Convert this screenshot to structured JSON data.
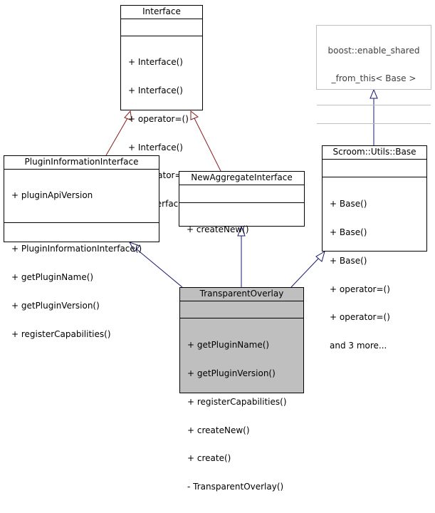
{
  "classes": {
    "interface": {
      "name": "Interface",
      "attributes": [],
      "methods": [
        "+ Interface()",
        "+ Interface()",
        "+ operator=()",
        "+ Interface()",
        "+ operator=()",
        "+ ~Interface()"
      ]
    },
    "enable_shared": {
      "name_line1": "boost::enable_shared",
      "name_line2": "_from_this< Base >",
      "attributes": [],
      "methods": []
    },
    "plugin_info": {
      "name": "PluginInformationInterface",
      "attributes": [
        "+ pluginApiVersion"
      ],
      "methods": [
        "+ PluginInformationInterface()",
        "+ getPluginName()",
        "+ getPluginVersion()",
        "+ registerCapabilities()"
      ]
    },
    "new_aggregate": {
      "name": "NewAggregateInterface",
      "attributes": [],
      "methods": [
        "+ createNew()"
      ]
    },
    "scroom_base": {
      "name": "Scroom::Utils::Base",
      "attributes": [],
      "methods": [
        "+ Base()",
        "+ Base()",
        "+ Base()",
        "+ operator=()",
        "+ operator=()",
        "and 3 more..."
      ]
    },
    "transparent_overlay": {
      "name": "TransparentOverlay",
      "attributes": [],
      "methods": [
        "+ getPluginName()",
        "+ getPluginVersion()",
        "+ registerCapabilities()",
        "+ createNew()",
        "+ create()",
        "- TransparentOverlay()"
      ]
    }
  },
  "colors": {
    "inheritance_edge": "#191970",
    "template_edge": "#8b1a1a",
    "focus_fill": "#bfbfbf",
    "external_border": "#bfbfbf"
  }
}
